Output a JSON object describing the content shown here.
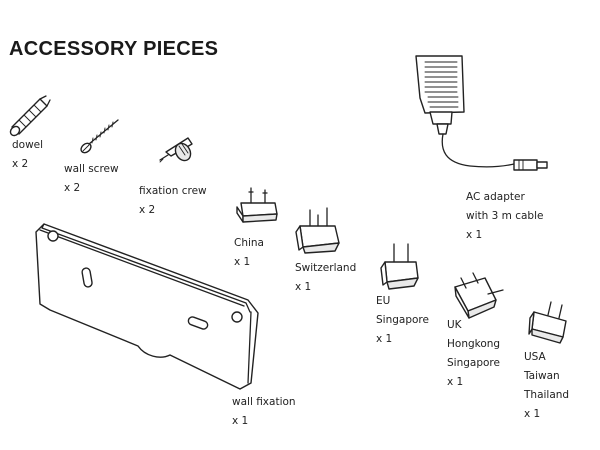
{
  "title": "ACCESSORY PIECES",
  "items": {
    "dowel": {
      "name": "dowel",
      "qty": "x 2"
    },
    "wall_screw": {
      "name": "wall screw",
      "qty": "x 2"
    },
    "fixation_crew": {
      "name": "fixation crew",
      "qty": "x 2"
    },
    "ac_adapter": {
      "line1": "AC adapter",
      "line2": "with 3 m cable",
      "qty": "x 1"
    },
    "china": {
      "name": "China",
      "qty": "x 1"
    },
    "switzerland": {
      "name": "Switzerland",
      "qty": "x 1"
    },
    "eu": {
      "line1": "EU",
      "line2": "Singapore",
      "qty": "x 1"
    },
    "uk": {
      "line1": "UK",
      "line2": "Hongkong",
      "line3": "Singapore",
      "qty": "x 1"
    },
    "usa": {
      "line1": "USA",
      "line2": "Taiwan",
      "line3": "Thailand",
      "qty": "x 1"
    },
    "wall_fixation": {
      "name": "wall fixation",
      "qty": "x 1"
    }
  }
}
